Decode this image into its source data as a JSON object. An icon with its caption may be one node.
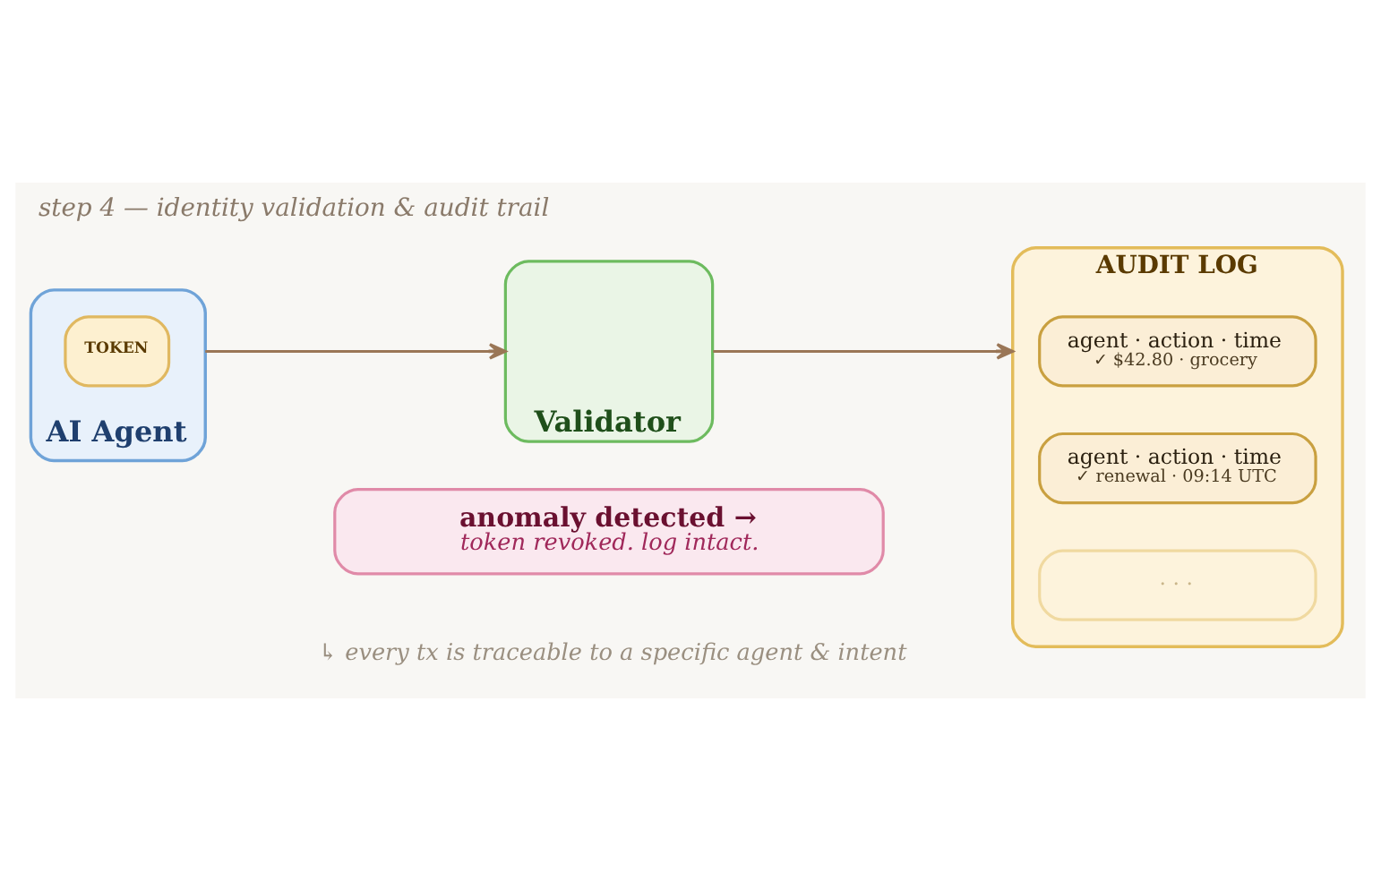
{
  "diagram": {
    "title": "step 4 — identity validation & audit trail",
    "caption": "↳ every tx is traceable to a specific agent & intent",
    "nodes": [
      {
        "text": [
          "AI Agent"
        ]
      },
      {
        "text": [
          "TOKEN"
        ],
        "in": 0
      },
      {
        "text": [
          "Validator"
        ]
      },
      {
        "text": [
          "AUDIT LOG"
        ]
      },
      {
        "text": [
          "agent · action · time",
          "✓ $42.80 · grocery"
        ],
        "in": 3
      },
      {
        "text": [
          "agent · action · time",
          "✓ renewal · 09:14 UTC"
        ],
        "in": 3
      },
      {
        "text": [
          "· · ·"
        ],
        "in": 3
      },
      {
        "text": [
          "anomaly detected →",
          "token revoked. log intact."
        ]
      }
    ],
    "edges": [
      {
        "from": 0,
        "to": 2,
        "arrow": "to"
      },
      {
        "from": 2,
        "to": 3,
        "arrow": "to"
      }
    ]
  }
}
